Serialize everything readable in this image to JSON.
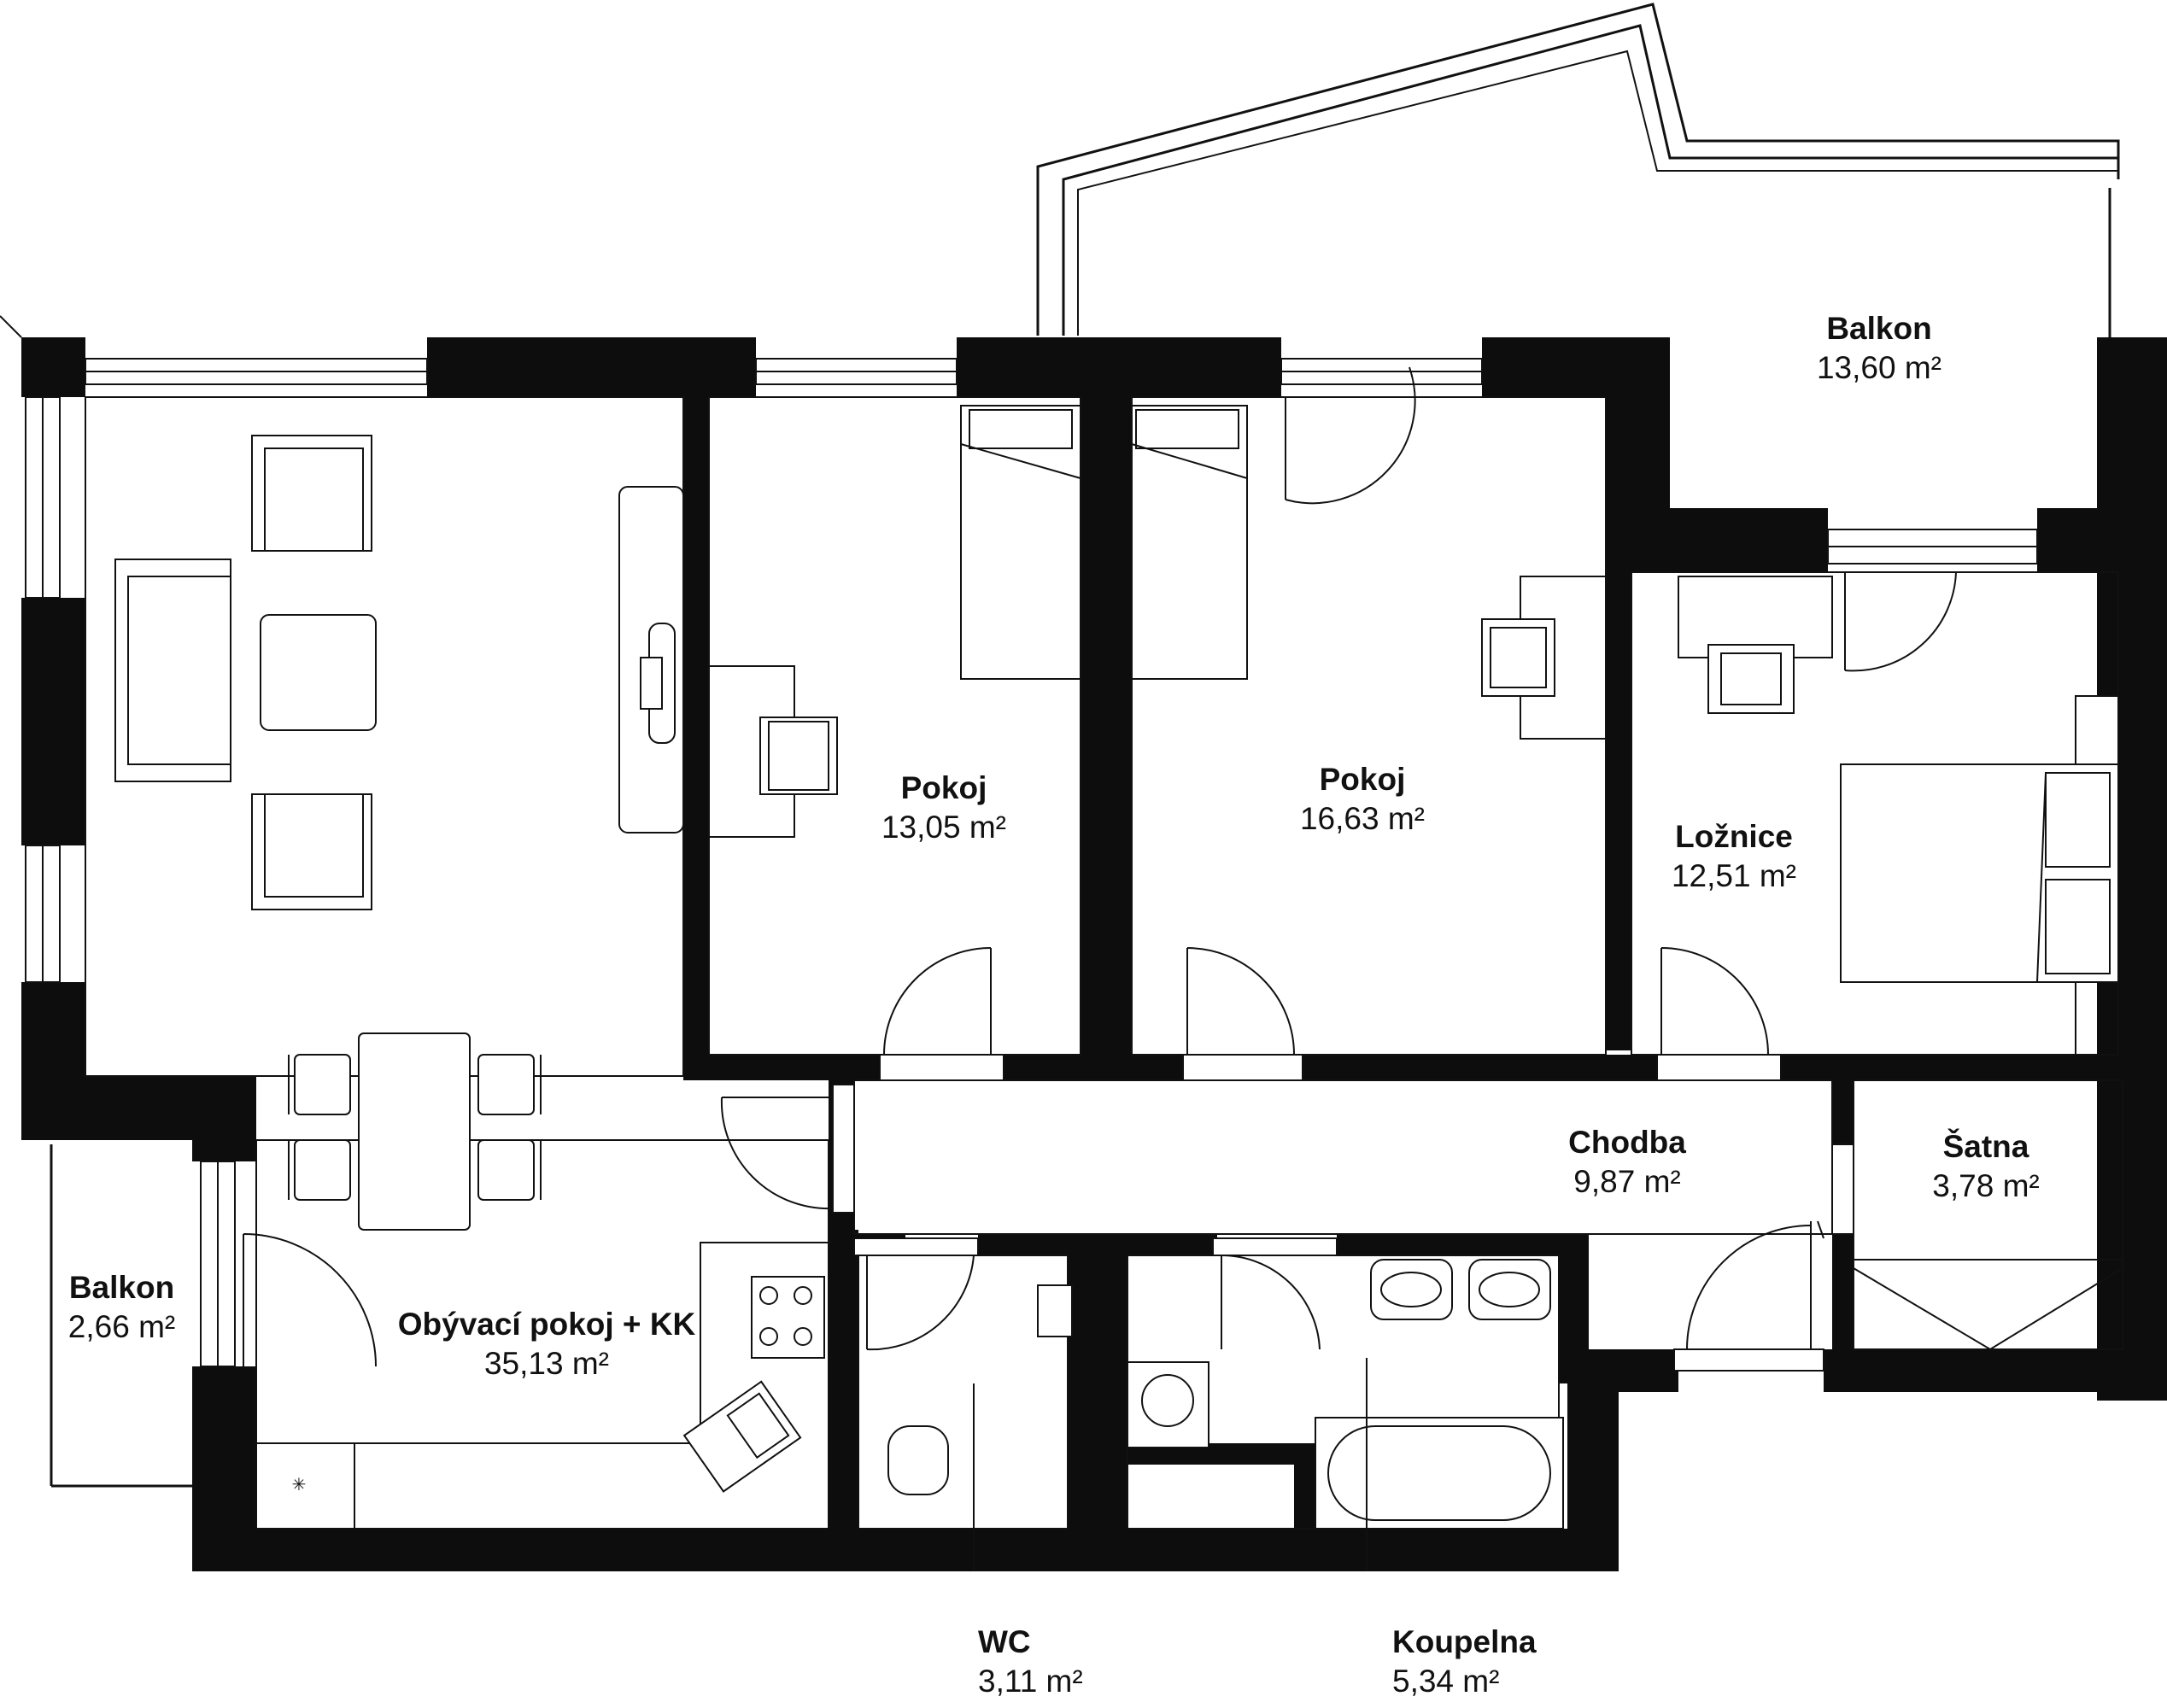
{
  "rooms": [
    {
      "id": "balkon-top",
      "name": "Balkon",
      "area": "13,60 m²"
    },
    {
      "id": "pokoj-1",
      "name": "Pokoj",
      "area": "13,05 m²"
    },
    {
      "id": "pokoj-2",
      "name": "Pokoj",
      "area": "16,63 m²"
    },
    {
      "id": "loznice",
      "name": "Ložnice",
      "area": "12,51 m²"
    },
    {
      "id": "chodba",
      "name": "Chodba",
      "area": "9,87 m²"
    },
    {
      "id": "satna",
      "name": "Šatna",
      "area": "3,78 m²"
    },
    {
      "id": "balkon-left",
      "name": "Balkon",
      "area": "2,66 m²"
    },
    {
      "id": "obyvaci",
      "name": "Obývací pokoj + KK",
      "area": "35,13 m²"
    },
    {
      "id": "wc",
      "name": "WC",
      "area": "3,11 m²"
    },
    {
      "id": "koupelna",
      "name": "Koupelna",
      "area": "5,34 m²"
    }
  ],
  "colors": {
    "wall": "#0d0d0d",
    "line": "#111111",
    "background": "#ffffff"
  }
}
